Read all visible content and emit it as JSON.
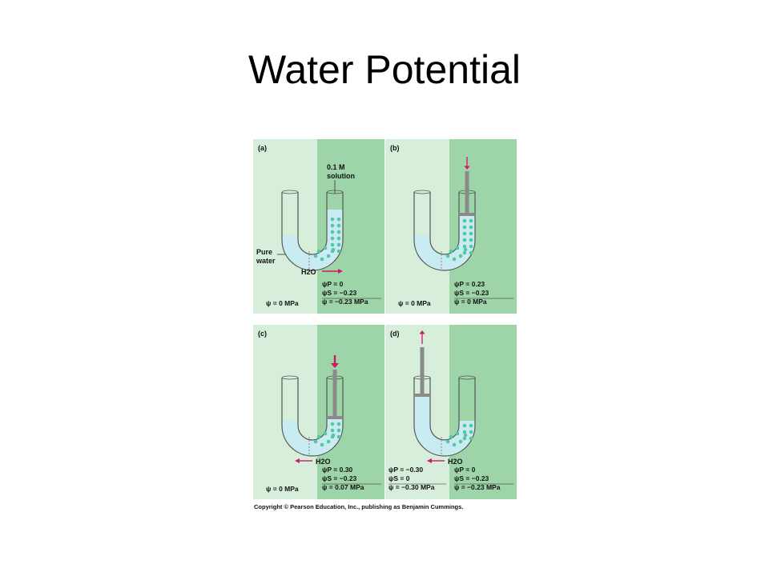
{
  "slide": {
    "title": "Water Potential"
  },
  "colors": {
    "left_bg": "#d7eedb",
    "right_bg": "#9dd5a8",
    "water": "#c9ecf3",
    "solute": "#55c7a3",
    "arrow": "#d01768",
    "piston": "#8a8a8a"
  },
  "annotations": {
    "solution_label": "0.1 M solution",
    "pure_water_label": "Pure water",
    "h2o_label": "H2O"
  },
  "panels": [
    {
      "label": "(a)",
      "left_psi": "ψ = 0 MPa",
      "right_values": [
        "ψP = 0",
        "ψS = −0.23",
        "ψ = −0.23 MPa"
      ],
      "left_values": [],
      "water_arrow": "right",
      "piston": "none"
    },
    {
      "label": "(b)",
      "left_psi": "ψ = 0 MPa",
      "right_values": [
        "ψP = 0.23",
        "ψS = −0.23",
        "ψ = 0 MPa"
      ],
      "left_values": [],
      "water_arrow": "none",
      "piston": "right-down"
    },
    {
      "label": "(c)",
      "left_psi": "ψ = 0 MPa",
      "right_values": [
        "ψP = 0.30",
        "ψS = −0.23",
        "ψ = 0.07 MPa"
      ],
      "left_values": [],
      "water_arrow": "left",
      "piston": "right-down-strong"
    },
    {
      "label": "(d)",
      "left_psi": "",
      "right_values": [
        "ψP = 0",
        "ψS = −0.23",
        "ψ = −0.23 MPa"
      ],
      "left_values": [
        "ψP = −0.30",
        "ψS = 0",
        "ψ = −0.30 MPa"
      ],
      "water_arrow": "left",
      "piston": "left-up"
    }
  ],
  "footer": {
    "copyright": "Copyright © Pearson Education, Inc., publishing as Benjamin Cummings."
  }
}
